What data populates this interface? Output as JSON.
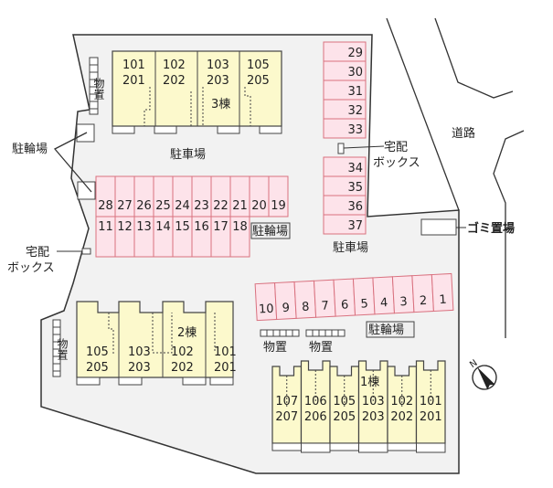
{
  "labels": {
    "parking": "駐車場",
    "bicycle_parking": "駐輪場",
    "delivery_box_line1": "宅配",
    "delivery_box_line2": "ボックス",
    "garbage": "ゴミ置場",
    "road": "道路",
    "storage": "物置",
    "compass_n": "N"
  },
  "building3": {
    "name": "3棟",
    "units": [
      {
        "top": "101",
        "bottom": "201"
      },
      {
        "top": "102",
        "bottom": "202"
      },
      {
        "top": "103",
        "bottom": "203"
      },
      {
        "top": "105",
        "bottom": "205"
      }
    ]
  },
  "building2": {
    "name": "2棟",
    "units": [
      {
        "top": "105",
        "bottom": "205"
      },
      {
        "top": "103",
        "bottom": "203"
      },
      {
        "top": "102",
        "bottom": "202"
      },
      {
        "top": "101",
        "bottom": "201"
      }
    ]
  },
  "building1": {
    "name": "1棟",
    "units": [
      {
        "top": "107",
        "bottom": "207"
      },
      {
        "top": "106",
        "bottom": "206"
      },
      {
        "top": "105",
        "bottom": "205"
      },
      {
        "top": "103",
        "bottom": "203"
      },
      {
        "top": "102",
        "bottom": "202"
      },
      {
        "top": "101",
        "bottom": "201"
      }
    ]
  },
  "parking_row_top": [
    "28",
    "27",
    "26",
    "25",
    "24",
    "23",
    "22",
    "21",
    "20",
    "19"
  ],
  "parking_row_bottom": [
    "11",
    "12",
    "13",
    "14",
    "15",
    "16",
    "17",
    "18"
  ],
  "parking_col_upper": [
    "29",
    "30",
    "31",
    "32",
    "33"
  ],
  "parking_col_lower": [
    "34",
    "35",
    "36",
    "37"
  ],
  "parking_row_south": [
    "10",
    "9",
    "8",
    "7",
    "6",
    "5",
    "4",
    "3",
    "2",
    "1"
  ]
}
